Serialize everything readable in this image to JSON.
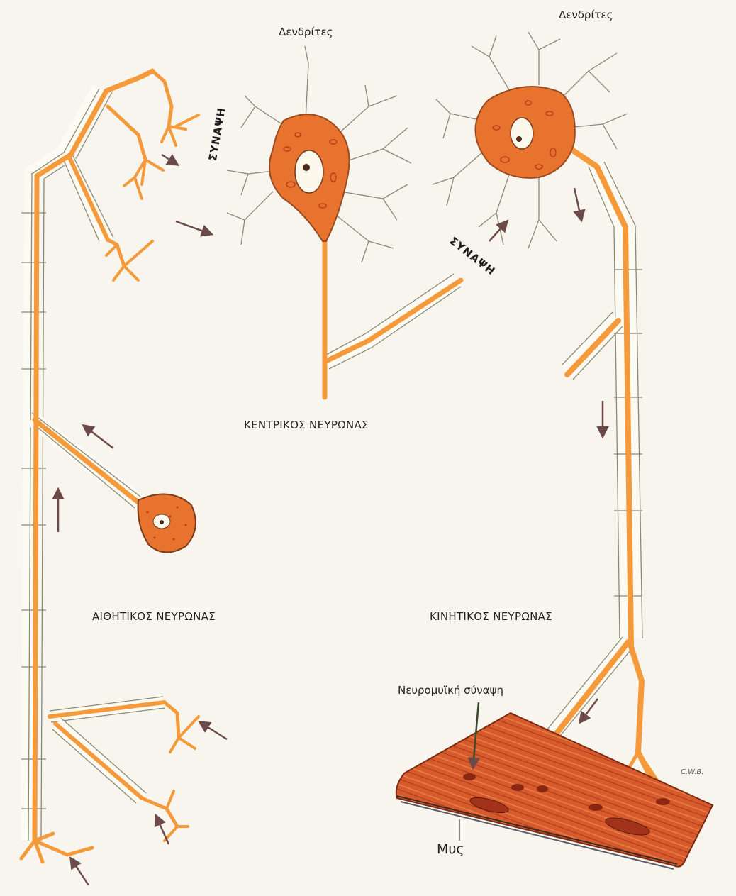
{
  "labels": {
    "dendrites_central": "Δενδρίτες",
    "dendrites_motor": "Δενδρίτες",
    "synapse_top": "ΣΥΝΑΨΗ",
    "synapse_right": "ΣΥΝΑΨΗ",
    "central_neuron": "ΚΕΝΤΡΙΚΟΣ ΝΕΥΡΩΝΑΣ",
    "sensory_neuron": "ΑΙΘΗΤΙΚΟΣ ΝΕΥΡΩΝΑΣ",
    "motor_neuron": "ΚΙΝΗΤΙΚΟΣ ΝΕΥΡΩΝΑΣ",
    "neuromuscular_synapse": "Νευρομυϊκή σύναψη",
    "muscle": "Μυς",
    "artist_signature": "C.W.B."
  },
  "colors": {
    "axon": "#f59a3a",
    "sheath_outline": "#8a8a72",
    "cell_body": "#e8732e",
    "cell_dots": "#b8401c",
    "muscle": "#d4552a",
    "arrow": "#6b4a48",
    "background": "#f7f5ee"
  }
}
